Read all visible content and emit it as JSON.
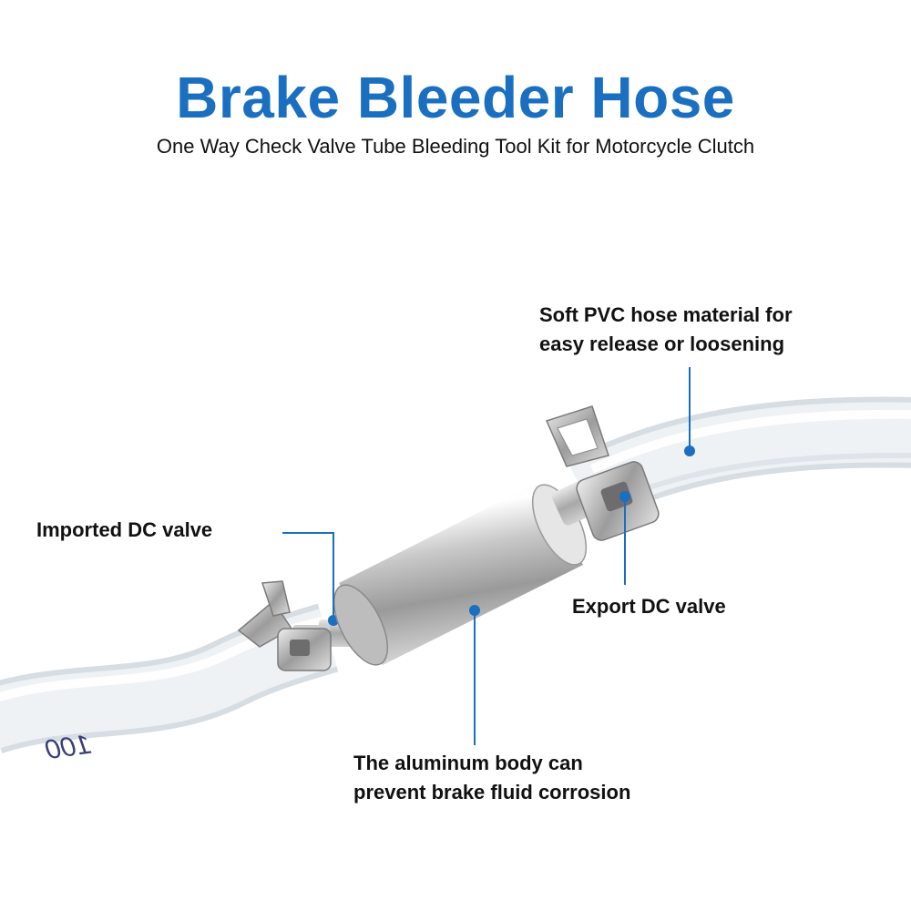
{
  "header": {
    "title": "Brake Bleeder Hose",
    "subtitle": "One Way Check Valve Tube Bleeding Tool Kit for Motorcycle Clutch"
  },
  "callouts": {
    "pvc": {
      "lines": [
        "Soft PVC hose material for",
        "easy release or loosening"
      ]
    },
    "import_valve": {
      "lines": [
        "Imported DC valve"
      ]
    },
    "export_valve": {
      "lines": [
        "Export DC valve"
      ]
    },
    "body": {
      "lines": [
        "The aluminum body can",
        "prevent brake fluid corrosion"
      ]
    }
  },
  "hose_print": "100",
  "colors": {
    "accent": "#1a6fc0",
    "text": "#111111",
    "background": "#ffffff"
  }
}
